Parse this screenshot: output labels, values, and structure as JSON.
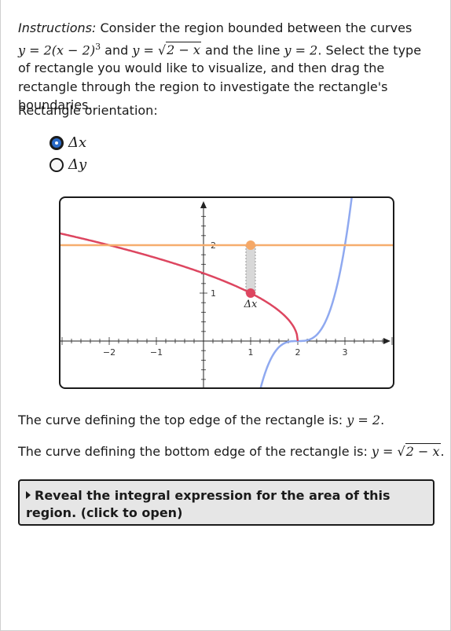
{
  "instructions": {
    "lead": "Instructions:",
    "t1": " Consider the region bounded between the curves",
    "eq1": "y = 2(x − 2)",
    "eq1_exp": "3",
    "and1": " and ",
    "eq2_lhs": "y = ",
    "eq2_rad": "2 − x",
    "t2": " and the line ",
    "eq3": "y = 2",
    "t3": ". Select the type of rectangle you would like to visualize, and then drag the rectangle through the region to investigate the rectangle's boundaries."
  },
  "orientation": {
    "label": "Rectangle orientation:",
    "options": [
      {
        "label": "Δx",
        "selected": true
      },
      {
        "label": "Δy",
        "selected": false
      }
    ]
  },
  "graph": {
    "x_ticks": [
      "−2",
      "−1",
      "1",
      "2",
      "3"
    ],
    "y_ticks": [
      "1",
      "2"
    ],
    "rect_label": "Δx",
    "rect_x": 1,
    "rect_top_y": 2,
    "rect_bottom_y": 1,
    "xlim": [
      -3,
      4
    ],
    "ylim": [
      -1,
      3
    ],
    "colors": {
      "cubic": "#8fa9f0",
      "sqrt": "#dd4660",
      "line": "#f6ad6e",
      "rect_fill": "#d8d8d8",
      "top_point": "#f5a867",
      "bottom_point": "#dd4660"
    }
  },
  "sentences": {
    "top_text": "The curve defining the top edge of the rectangle is: ",
    "top_eq": "y = 2",
    "bottom_text": "The curve defining the bottom edge of the rectangle is: ",
    "bottom_eq_lhs": "y = ",
    "bottom_eq_rad": "2 − x"
  },
  "reveal": {
    "label": "Reveal the integral expression for the area of this region. (click to open)"
  }
}
